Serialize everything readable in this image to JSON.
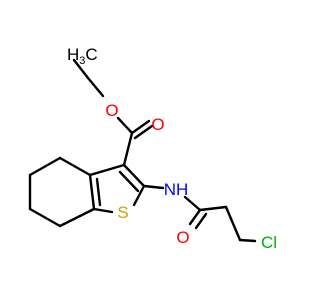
{
  "molecule": {
    "atoms": {
      "ethyl_carbon": {
        "text": "H",
        "subscript": "3",
        "tail": "C"
      },
      "ester_ether_oxygen": {
        "text": "O"
      },
      "carbonyl_oxygen": {
        "text": "O"
      },
      "amine": {
        "text": "NH"
      },
      "amide_oxygen": {
        "text": "O"
      },
      "sulfur": {
        "text": "S"
      },
      "chlorine": {
        "text": "Cl"
      }
    },
    "colors": {
      "bond": "#000000",
      "carbon": "#000000",
      "oxygen": "#ff0000",
      "nitrogen": "#0000ff",
      "sulfur": "#c8a400",
      "chlorine": "#00b000"
    }
  }
}
